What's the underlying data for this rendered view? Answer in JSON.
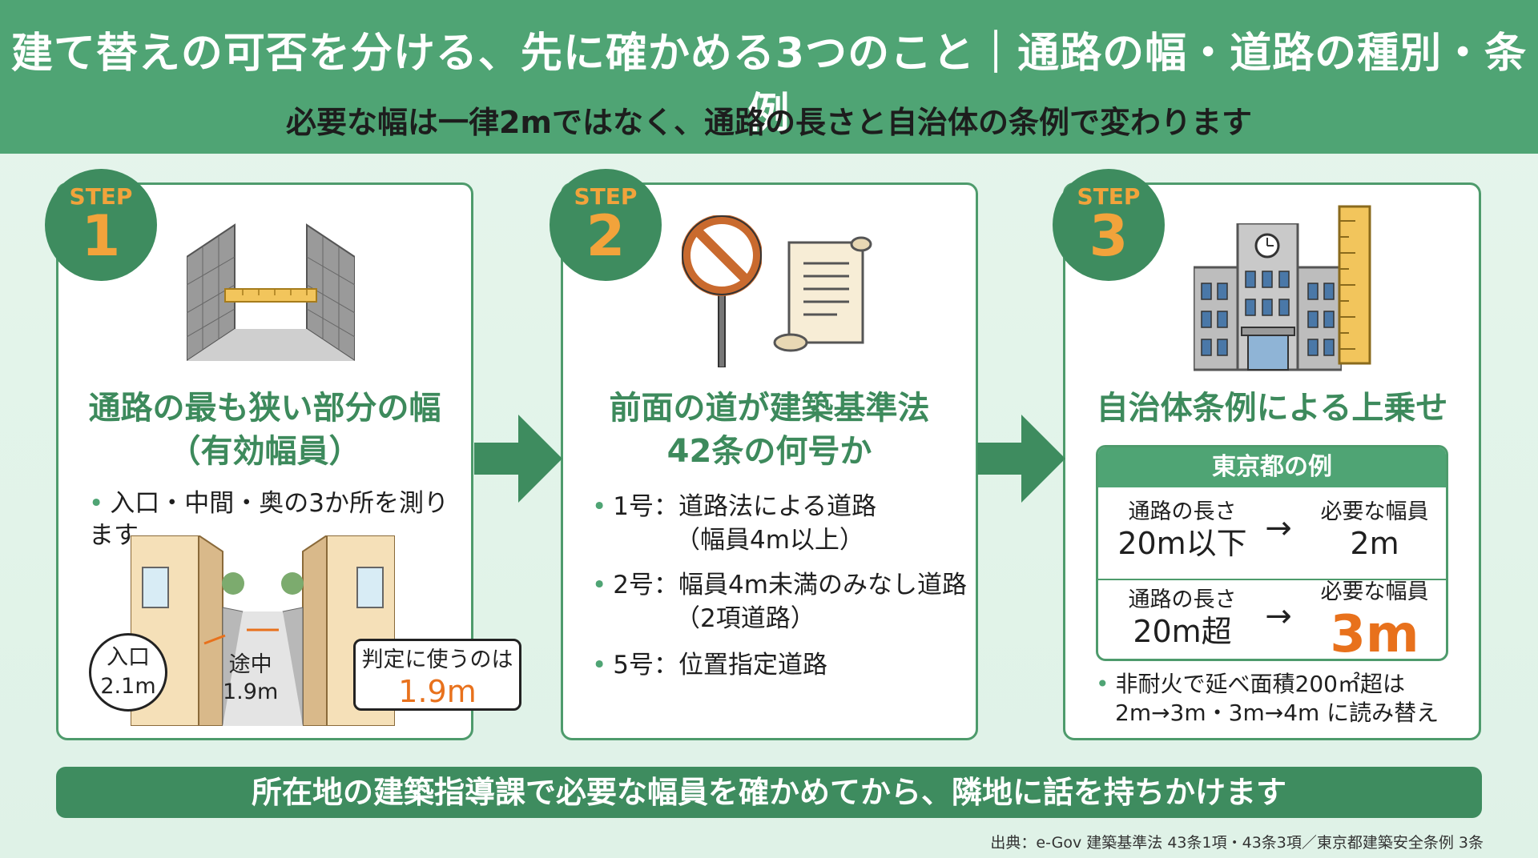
{
  "header": {
    "title": "建て替えの可否を分ける、先に確かめる3つのこと｜通路の幅・道路の種別・条例",
    "subtitle": "必要な幅は一律2mではなく、通路の長さと自治体の条例で変わります"
  },
  "step_word": "STEP",
  "steps": [
    {
      "number": "1",
      "title_line1": "通路の最も狭い部分の幅",
      "title_line2": "（有効幅員）",
      "bullet": "入口・中間・奥の3か所を測ります",
      "entrance_label": "入口",
      "entrance_value": "2.1m",
      "middle_label": "途中",
      "middle_value": "1.9m",
      "judge_label": "判定に使うのは",
      "judge_value": "1.9m"
    },
    {
      "number": "2",
      "title_line1": "前面の道が建築基準法",
      "title_line2": "42条の何号か",
      "items": [
        {
          "no": "1号：",
          "text": "道路法による道路",
          "sub": "（幅員4m以上）"
        },
        {
          "no": "2号：",
          "text": "幅員4m未満のみなし道路",
          "sub": "（2項道路）"
        },
        {
          "no": "5号：",
          "text": "位置指定道路",
          "sub": ""
        }
      ]
    },
    {
      "number": "3",
      "title": "自治体条例による上乗せ",
      "table_header": "東京都の例",
      "rows": [
        {
          "length_label": "通路の長さ",
          "length_value": "20m以下",
          "arrow": "→",
          "req_label": "必要な幅員",
          "req_value": "2m"
        },
        {
          "length_label": "通路の長さ",
          "length_value": "20m超",
          "arrow": "→",
          "req_label": "必要な幅員",
          "req_value": "3m"
        }
      ],
      "note_line1": "非耐火で延べ面積200㎡超は",
      "note_line2": "2m→3m・3m→4m に読み替え"
    }
  ],
  "footer": "所在地の建築指導課で必要な幅員を確かめてから、隣地に話を持ちかけます",
  "source": "出典：e-Gov 建築基準法 43条1項・43条3項／東京都建築安全条例 3条",
  "colors": {
    "header_green": "#4fa474",
    "dark_green": "#3e8c5f",
    "accent_orange": "#e8711c",
    "badge_text": "#f2a33b"
  },
  "icons": [
    "wall-measure-icon",
    "no-entry-sign-icon",
    "scroll-document-icon",
    "city-hall-icon",
    "ruler-icon",
    "right-arrow-icon"
  ]
}
